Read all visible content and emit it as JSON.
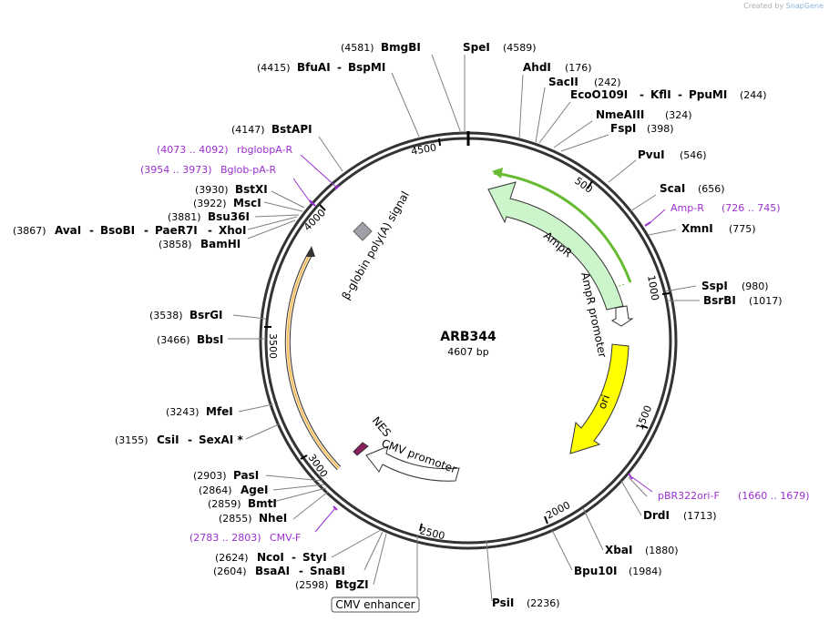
{
  "credit": {
    "prefix": "Created by",
    "brand": "SnapGene"
  },
  "plasmid": {
    "name": "ARB344",
    "length_label": "4607 bp",
    "length": 4607
  },
  "ticks": [
    "500",
    "1000",
    "1500",
    "2000",
    "2500",
    "3000",
    "3500",
    "4000",
    "4500"
  ],
  "enzymes": {
    "bmgbi": {
      "name": "BmgBI",
      "pos": "(4581)"
    },
    "spei": {
      "name": "SpeI",
      "pos": "(4589)"
    },
    "bfuai": {
      "name": "BfuAI",
      "pos": "(4415)",
      "name2": "BspMI"
    },
    "ahdi": {
      "name": "AhdI",
      "pos": "(176)"
    },
    "sacii": {
      "name": "SacII",
      "pos": "(242)"
    },
    "eco0109i": {
      "name": "EcoO109I",
      "name2": "KflI",
      "name3": "PpuMI",
      "pos": "(244)"
    },
    "nmeaiii": {
      "name": "NmeAIII",
      "pos": "(324)"
    },
    "fspi": {
      "name": "FspI",
      "pos": "(398)"
    },
    "pvui": {
      "name": "PvuI",
      "pos": "(546)"
    },
    "scai": {
      "name": "ScaI",
      "pos": "(656)"
    },
    "xmni": {
      "name": "XmnI",
      "pos": "(775)"
    },
    "sspi": {
      "name": "SspI",
      "pos": "(980)"
    },
    "bsrbi": {
      "name": "BsrBI",
      "pos": "(1017)"
    },
    "drdi": {
      "name": "DrdI",
      "pos": "(1713)"
    },
    "xbai": {
      "name": "XbaI",
      "pos": "(1880)"
    },
    "bpu10i": {
      "name": "Bpu10I",
      "pos": "(1984)"
    },
    "psii": {
      "name": "PsiI",
      "pos": "(2236)"
    },
    "btgzi": {
      "name": "BtgZI",
      "pos": "(2598)"
    },
    "bsaai": {
      "name": "BsaAI",
      "name2": "SnaBI",
      "pos": "(2604)"
    },
    "ncoi": {
      "name": "NcoI",
      "name2": "StyI",
      "pos": "(2624)"
    },
    "nhei": {
      "name": "NheI",
      "pos": "(2855)"
    },
    "bmti": {
      "name": "BmtI",
      "pos": "(2859)"
    },
    "agei": {
      "name": "AgeI",
      "pos": "(2864)"
    },
    "pasi": {
      "name": "PasI",
      "pos": "(2903)"
    },
    "csii": {
      "name": "CsiI",
      "name2": "SexAI *",
      "pos": "(3155)"
    },
    "mfei": {
      "name": "MfeI",
      "pos": "(3243)"
    },
    "bbsi": {
      "name": "BbsI",
      "pos": "(3466)"
    },
    "bsrgi": {
      "name": "BsrGI",
      "pos": "(3538)"
    },
    "bamhi": {
      "name": "BamHI",
      "pos": "(3858)"
    },
    "avai": {
      "name": "AvaI",
      "name2": "BsoBI",
      "name3": "PaeR7I",
      "name4": "XhoI",
      "pos": "(3867)"
    },
    "bsu36i": {
      "name": "Bsu36I",
      "pos": "(3881)"
    },
    "msci": {
      "name": "MscI",
      "pos": "(3922)"
    },
    "bstxi": {
      "name": "BstXI",
      "pos": "(3930)"
    },
    "bstapi": {
      "name": "BstAPI",
      "pos": "(4147)"
    }
  },
  "primers": {
    "ampr_p": {
      "name": "Amp-R",
      "range": "(726 .. 745)"
    },
    "pbr": {
      "name": "pBR322ori-F",
      "range": "(1660 .. 1679)"
    },
    "cmvf": {
      "name": "CMV-F",
      "range": "(2783 .. 2803)"
    },
    "bglob": {
      "name": "Bglob-pA-R",
      "range": "(3954 .. 3973)"
    },
    "rbglob": {
      "name": "rbglobpA-R",
      "range": "(4073 .. 4092)"
    }
  },
  "features": {
    "ampr": "AmpR",
    "ampr_promoter": "AmpR promoter",
    "ori": "ori",
    "cmv_promoter": "CMV promoter",
    "nes": "NES",
    "bglobin": "β-globin poly(A) signal",
    "cmv_enhancer": "CMV enhancer"
  },
  "colors": {
    "ampr": "#ccf5cc",
    "ampr_line": "#66bb33",
    "ori": "#ffff00",
    "orf_orange": "#f5a623",
    "nes": "#8b1e5c",
    "polya": "#a0a0a8",
    "primer": "#9b30d0",
    "backbone": "#333333"
  }
}
